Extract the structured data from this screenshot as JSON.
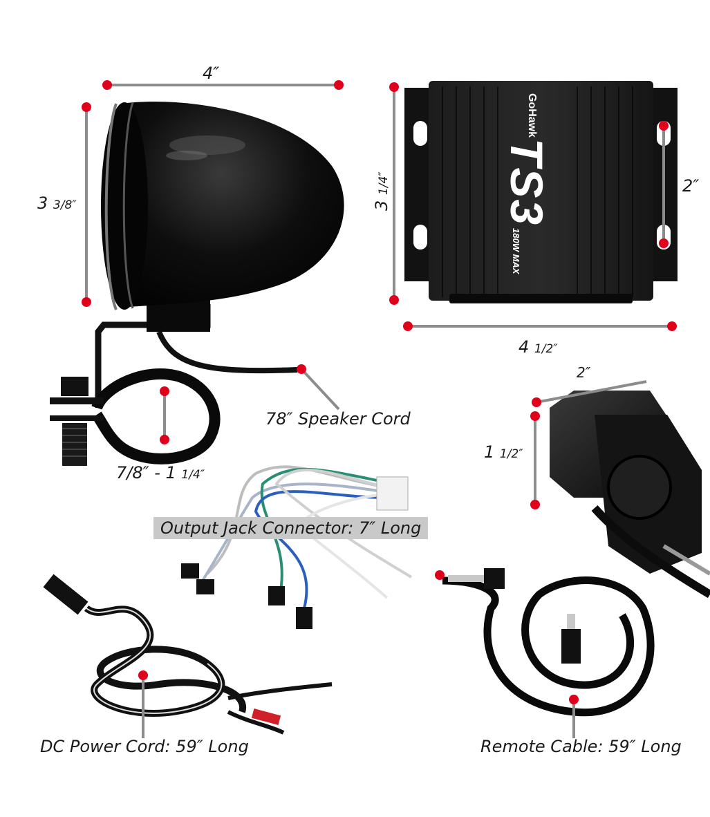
{
  "dimensions": {
    "speaker_width": "4″",
    "speaker_height_whole": "3 ",
    "speaker_height_frac": "3/8″",
    "amp_height_whole": "3 ",
    "amp_height_frac": "1/4″",
    "amp_mount_spacing": "2″",
    "amp_width_whole": "4 ",
    "amp_width_frac": "1/2″",
    "clamp_range_main": "7/8″ - 1 ",
    "clamp_range_frac": "1/4″",
    "remote_width": "2″",
    "remote_height_whole": "1 ",
    "remote_height_frac": "1/2″"
  },
  "callouts": {
    "speaker_cord": "78″ Speaker Cord",
    "output_jack": "Output Jack Connector: 7″ Long",
    "dc_power": "DC Power Cord: 59″ Long",
    "remote_cable": "Remote Cable: 59″ Long"
  },
  "amplifier": {
    "brand": "GoHawk",
    "model": "TS3",
    "power": "180W MAX"
  },
  "colors": {
    "dimension_line": "#8c8c8c",
    "dimension_dot": "#e0001b",
    "product_black": "#0d0d0d",
    "label_box": "#c9c9c9"
  }
}
